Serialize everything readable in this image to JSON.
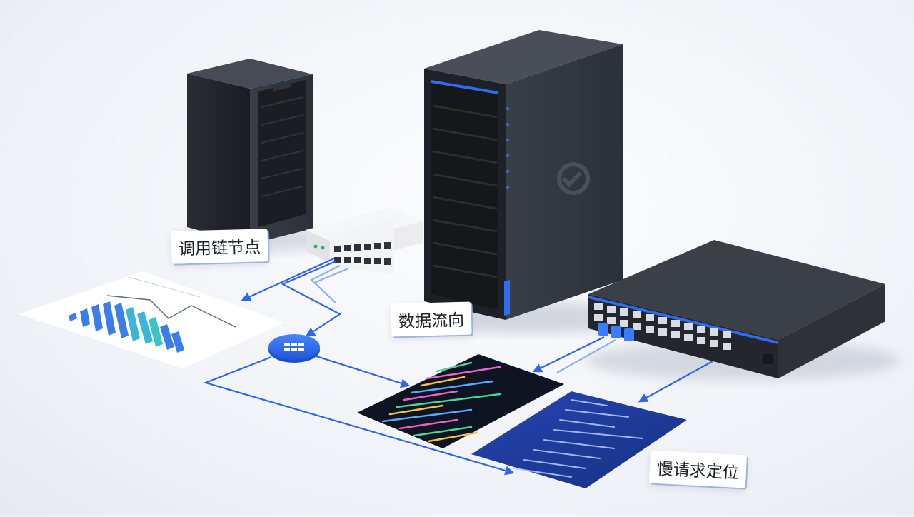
{
  "labels": {
    "call_chain_node": "调用链节点",
    "data_flow": "数据流向",
    "slow_request_locate": "慢请求定位"
  },
  "colors": {
    "server_body": "#2b2f37",
    "server_face": "#1c1f25",
    "accent_blue": "#2f6cf0",
    "arrow_blue": "#2f66e6",
    "switch_white": "#f1f2f4",
    "switch_dark": "#3a3e46",
    "terminal_bg": "#0e1422",
    "code_panel_bg": "#1f3fa0"
  },
  "icons": {
    "hub": "grid-node-icon",
    "server_logo": "wave-logo-icon"
  }
}
